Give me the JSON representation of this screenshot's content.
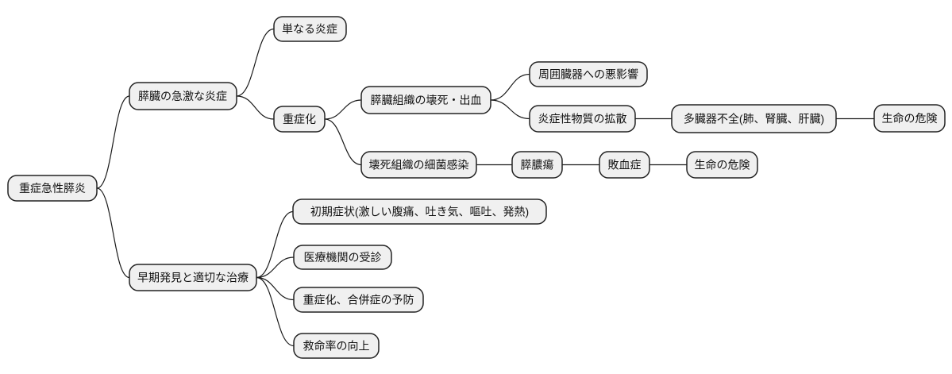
{
  "diagram": {
    "type": "mindmap",
    "background_color": "#ffffff",
    "node_fill_color": "#f0f0f0",
    "node_border_color": "#222222",
    "edge_color": "#1a1a1a",
    "text_color": "#111111"
  },
  "mindmap": {
    "root": {
      "label": "重症急性膵炎",
      "children": [
        {
          "label": "膵臓の急激な炎症",
          "children": [
            {
              "label": "単なる炎症"
            },
            {
              "label": "重症化",
              "children": [
                {
                  "label": "膵臓組織の壊死・出血",
                  "children": [
                    {
                      "label": "周囲臓器への悪影響"
                    },
                    {
                      "label": "炎症性物質の拡散",
                      "children": [
                        {
                          "label": "多臓器不全(肺、腎臓、肝臓)",
                          "children": [
                            {
                              "label": "生命の危険"
                            }
                          ]
                        }
                      ]
                    }
                  ]
                },
                {
                  "label": "壊死組織の細菌感染",
                  "children": [
                    {
                      "label": "膵膿瘍",
                      "children": [
                        {
                          "label": "敗血症",
                          "children": [
                            {
                              "label": "生命の危険"
                            }
                          ]
                        }
                      ]
                    }
                  ]
                }
              ]
            }
          ]
        },
        {
          "label": "早期発見と適切な治療",
          "children": [
            {
              "label": "初期症状(激しい腹痛、吐き気、嘔吐、発熱)"
            },
            {
              "label": "医療機関の受診"
            },
            {
              "label": "重症化、合併症の予防"
            },
            {
              "label": "救命率の向上"
            }
          ]
        }
      ]
    }
  }
}
